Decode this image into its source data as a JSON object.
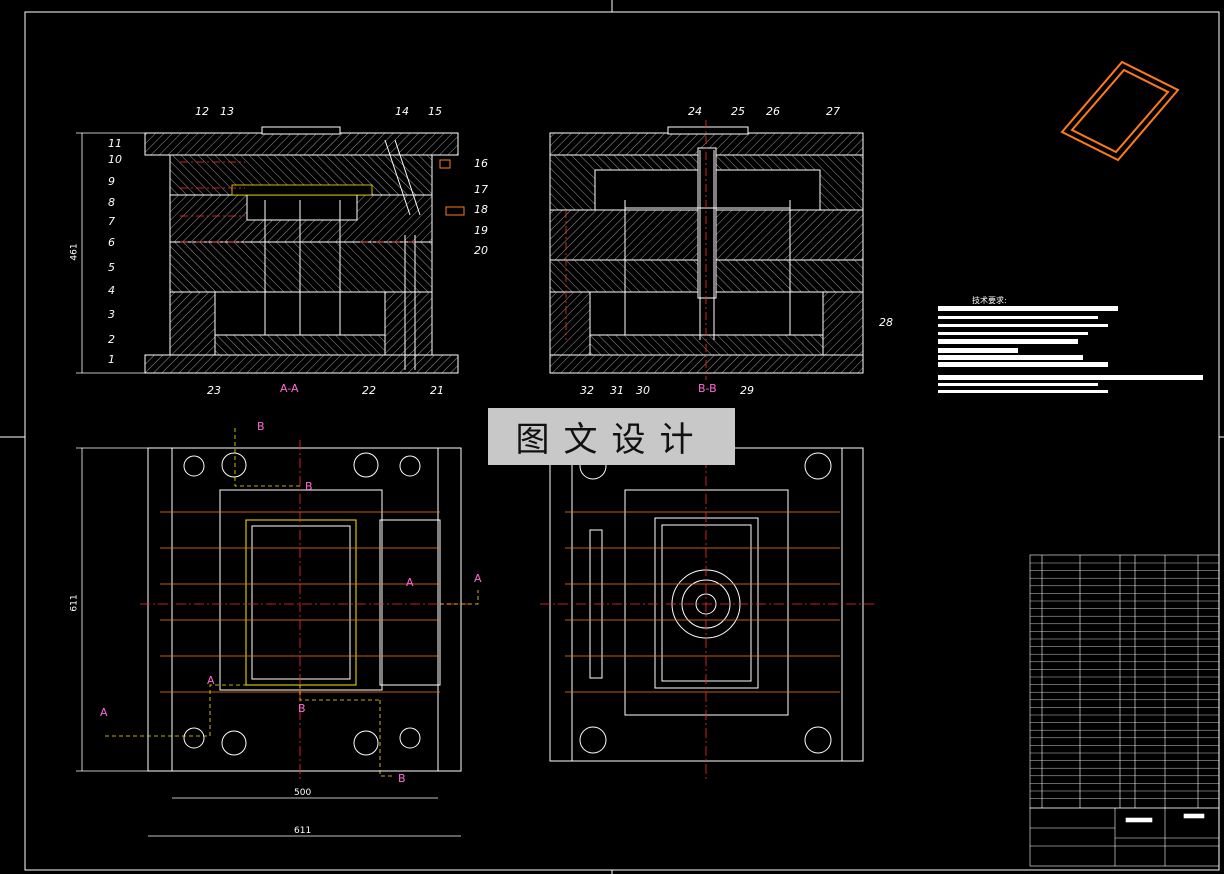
{
  "drawing": {
    "watermark": "图文设计",
    "section_a": "A-A",
    "section_b": "B-B",
    "notes_title": "技术要求:",
    "dim_height": "461",
    "dim_width_top": "500",
    "dim_width_bottom": "611",
    "dim_height_plan": "611",
    "cut_marks": [
      "A",
      "A",
      "A",
      "A",
      "B",
      "B",
      "B",
      "B"
    ],
    "part_numbers_left": [
      "11",
      "10",
      "9",
      "8",
      "7",
      "6",
      "5",
      "4",
      "3",
      "2",
      "1"
    ],
    "part_numbers_top_a": [
      "12",
      "13",
      "14",
      "15"
    ],
    "part_numbers_right_a": [
      "16",
      "17",
      "18",
      "19",
      "20"
    ],
    "part_numbers_bottom_a": [
      "23",
      "22",
      "21"
    ],
    "part_numbers_top_b": [
      "24",
      "25",
      "26",
      "27"
    ],
    "part_numbers_right_b": [
      "28"
    ],
    "part_numbers_bottom_b": [
      "32",
      "31",
      "30",
      "29"
    ]
  },
  "colors": {
    "background": "#000000",
    "line": "#ffffff",
    "centerline": "#ff2a2a",
    "hidden": "#ffe600",
    "section": "#ff6bd6",
    "accent": "#ff7a1a"
  }
}
